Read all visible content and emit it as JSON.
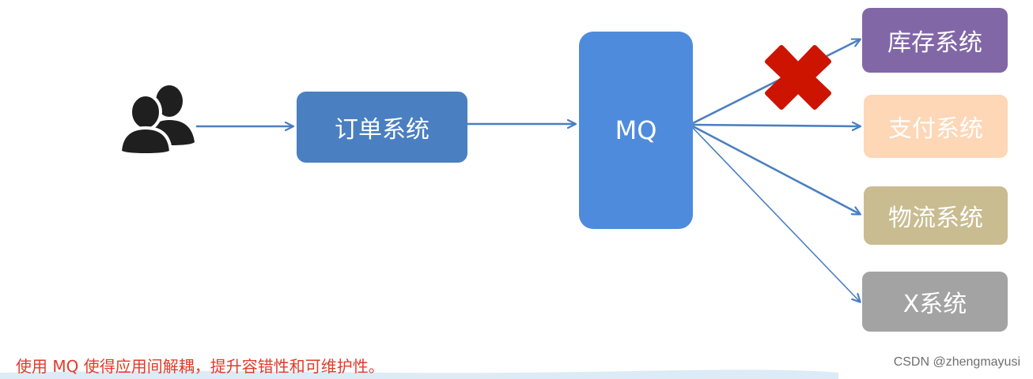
{
  "nodes": {
    "order": "订单系统",
    "mq": "MQ",
    "inventory": "库存系统",
    "payment": "支付系统",
    "logistics": "物流系统",
    "x": "X系统"
  },
  "caption": "使用 MQ 使得应用间解耦，提升容错性和可维护性。",
  "watermark": "CSDN @zhengmayusi",
  "icons": {
    "users": "users-icon",
    "failure": "red-cross-icon"
  },
  "colors": {
    "arrow": "#4a7fc1",
    "order": "#4a7fc1",
    "mq": "#4f8bdc",
    "inventory": "#8267a7",
    "payment": "#fdd7b6",
    "logistics": "#c9bc91",
    "x": "#a3a3a3",
    "failure": "#cc1400",
    "caption": "#e13b2a"
  }
}
